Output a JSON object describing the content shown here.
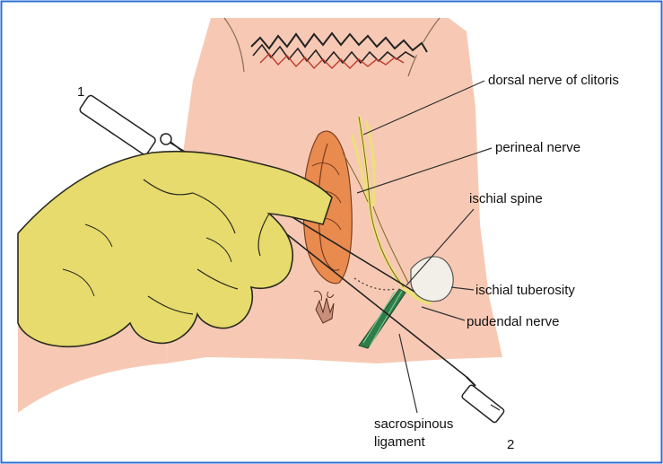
{
  "labels": {
    "dorsal_nerve": "dorsal nerve of clitoris",
    "perineal_nerve": "perineal nerve",
    "ischial_spine": "ischial spine",
    "ischial_tuberosity": "ischial tuberosity",
    "pudendal_nerve": "pudendal nerve",
    "sacrospinous_line1": "sacrospinous",
    "sacrospinous_line2": "ligament"
  },
  "needle_markers": {
    "upper": "1",
    "lower": "2"
  },
  "colors": {
    "frame_border": "#2f6fd6",
    "skin": "#f7c9b4",
    "glove": "#e6db6c",
    "glove_outline": "#2a2a20",
    "vulva": "#e98a4f",
    "hair": "#222222",
    "hair_red": "#c0392b",
    "nerve": "#ece07a",
    "ligament": "#2f7d4a",
    "bone": "#f2efe8"
  }
}
